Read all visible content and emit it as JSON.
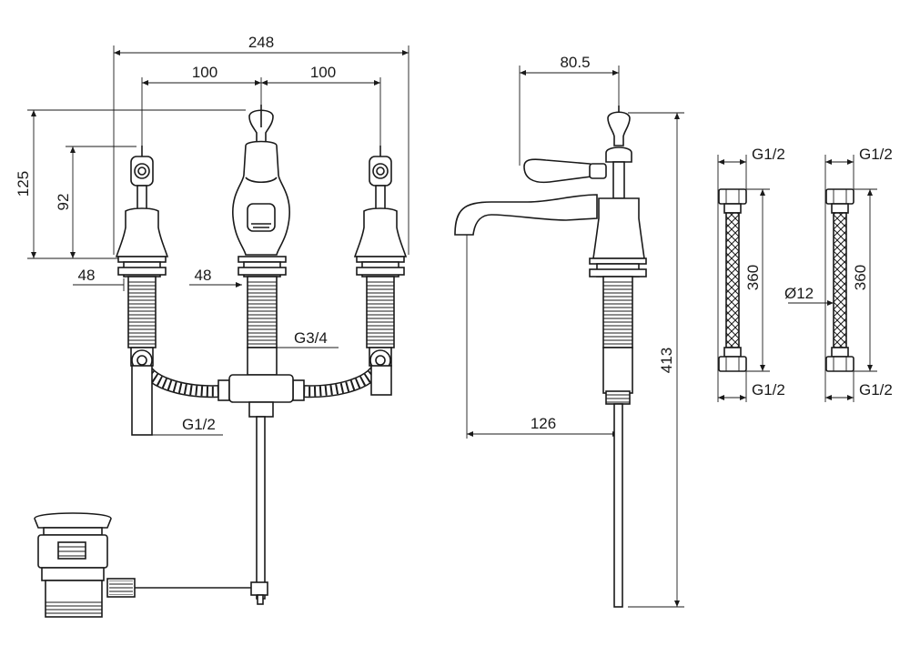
{
  "front_view": {
    "overall_width": "248",
    "spacing_left": "100",
    "spacing_right": "100",
    "handle_height": "125",
    "valve_height": "92",
    "flange_left": "48",
    "flange_center": "48",
    "outlet_thread": "G3/4",
    "inlet_thread": "G1/2"
  },
  "side_view": {
    "handle_offset": "80.5",
    "spout_reach": "126",
    "total_height": "413"
  },
  "hose_left": {
    "top_thread": "G1/2",
    "length": "360",
    "bottom_thread": "G1/2"
  },
  "hose_right": {
    "top_thread": "G1/2",
    "length": "360",
    "diameter": "Ø12",
    "bottom_thread": "G1/2"
  }
}
